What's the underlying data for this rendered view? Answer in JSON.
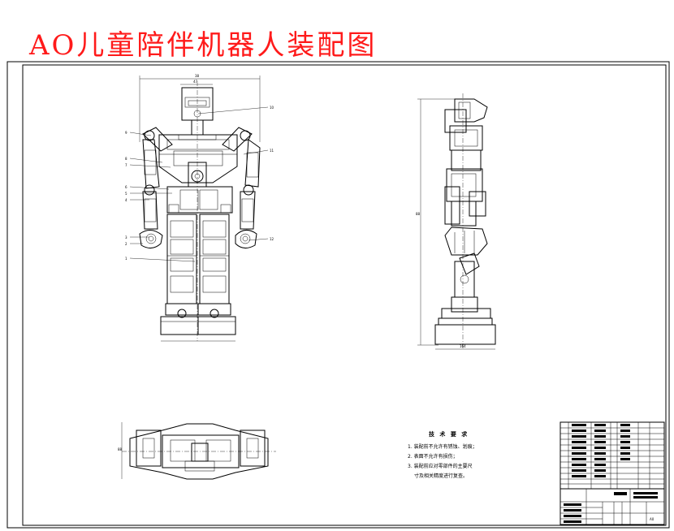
{
  "title": "AO儿童陪伴机器人装配图",
  "colors": {
    "title": "#ff1a1a",
    "lines": "#000000",
    "background": "#ffffff"
  },
  "dimensions": {
    "front_total_width": "38",
    "front_head_width": "47",
    "side_height": "88",
    "side_base_width": "164",
    "top_height": "88"
  },
  "balloons_left": [
    "9",
    "8",
    "7",
    "6",
    "5",
    "4",
    "3",
    "2",
    "1"
  ],
  "balloons_right": [
    "10",
    "11",
    "12"
  ],
  "tech_notes": {
    "title": "技 术 要 求",
    "lines": [
      "1. 装配前不允许有锈蚀、划痕；",
      "2. 表面不允许有损伤；",
      "3. 装配前应对零部件的主要尺",
      "寸及相关精度进行复查。"
    ]
  },
  "title_block": {
    "scale": "A0"
  }
}
